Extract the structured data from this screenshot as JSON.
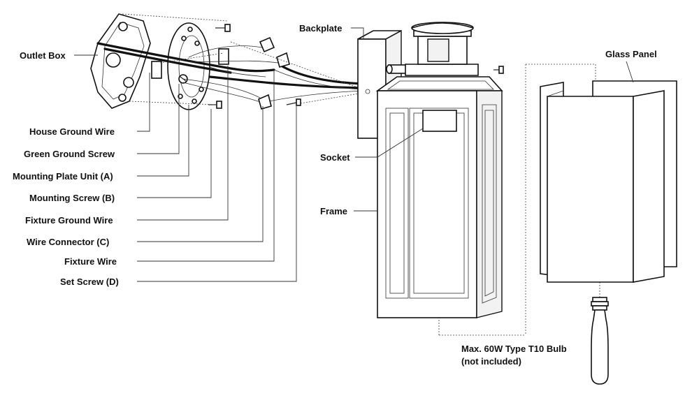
{
  "labels": {
    "outlet_box": "Outlet Box",
    "house_ground_wire": "House Ground Wire",
    "green_ground_screw": "Green Ground Screw",
    "mounting_plate_unit": "Mounting Plate Unit (A)",
    "mounting_screw": "Mounting Screw (B)",
    "fixture_ground_wire": "Fixture Ground Wire",
    "wire_connector": "Wire Connector (C)",
    "fixture_wire": "Fixture Wire",
    "set_screw": "Set Screw (D)",
    "backplate": "Backplate",
    "socket": "Socket",
    "frame": "Frame",
    "glass_panel": "Glass Panel",
    "bulb_line1": "Max. 60W Type T10 Bulb",
    "bulb_line2": "(not included)"
  }
}
